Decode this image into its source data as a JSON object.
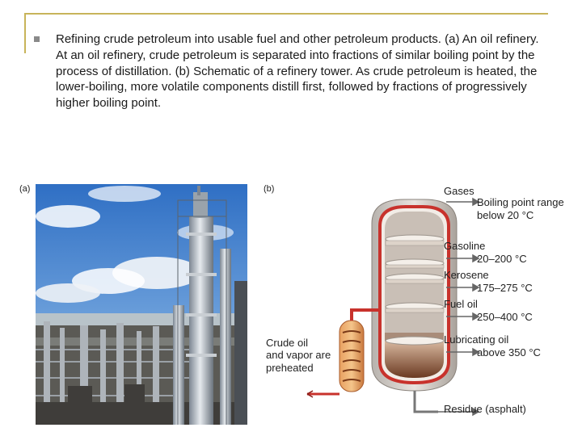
{
  "slide": {
    "bullet_text": "Refining crude petroleum into usable fuel and other petroleum products. (a) An oil refinery. At an oil refinery, crude petroleum is separated into fractions of similar boiling point by the process of distillation. (b) Schematic of a refinery tower. As crude petroleum is heated, the lower-boiling, more volatile components distill first, followed by fractions of progressively higher boiling point."
  },
  "figure": {
    "panel_a_label": "(a)",
    "panel_b_label": "(b)",
    "gases": "Gases",
    "boiling_range_1": "Boiling point range",
    "boiling_range_2": "below 20 °C",
    "gasoline": "Gasoline",
    "gasoline_range": "20–200 °C",
    "kerosene": "Kerosene",
    "kerosene_range": "175–275 °C",
    "fuel_oil": "Fuel oil",
    "fuel_oil_range": "250–400 °C",
    "lubricating_oil": "Lubricating oil",
    "lubricating_range": "above 350 °C",
    "crude_1": "Crude oil",
    "crude_2": "and vapor are",
    "crude_3": "preheated",
    "residue": "Residue (asphalt)"
  }
}
